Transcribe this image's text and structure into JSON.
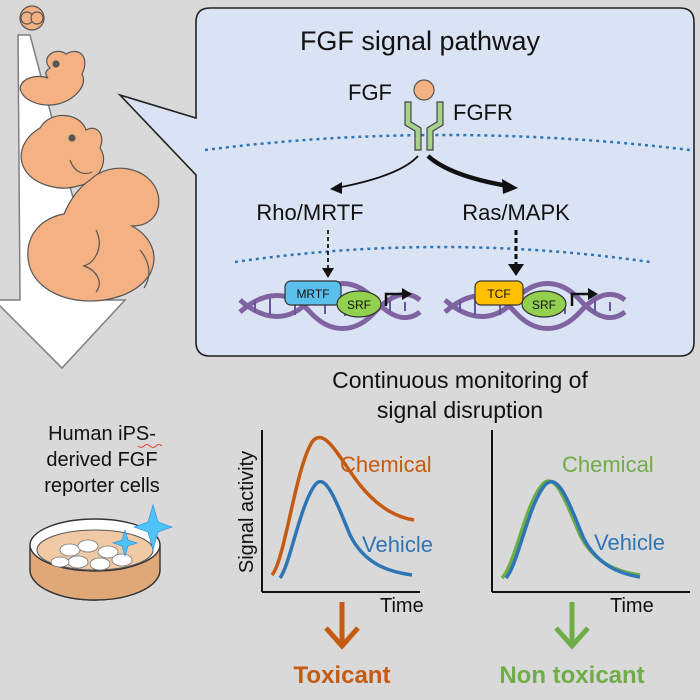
{
  "pathway": {
    "title": "FGF signal pathway",
    "ligand": "FGF",
    "receptor": "FGFR",
    "branch_left": "Rho/MRTF",
    "branch_right": "Ras/MAPK",
    "left_cofactor": "MRTF",
    "right_cofactor": "TCF",
    "srf": "SRF"
  },
  "monitoring": {
    "line1": "Continuous monitoring of",
    "line2": "signal disruption"
  },
  "cells": {
    "line1": "Human iPS-",
    "line2": "derived FGF",
    "line3": "reporter cells"
  },
  "plots": {
    "ylabel": "Signal activity",
    "xlabel": "Time",
    "chemical": "Chemical",
    "vehicle": "Vehicle"
  },
  "outcomes": {
    "left": "Toxicant",
    "right": "Non toxicant"
  },
  "colors": {
    "orange": "#c55a11",
    "green": "#70ad47",
    "blue": "#2e75b6",
    "panel": "#dae3f3",
    "fetus": "#f4b183"
  }
}
